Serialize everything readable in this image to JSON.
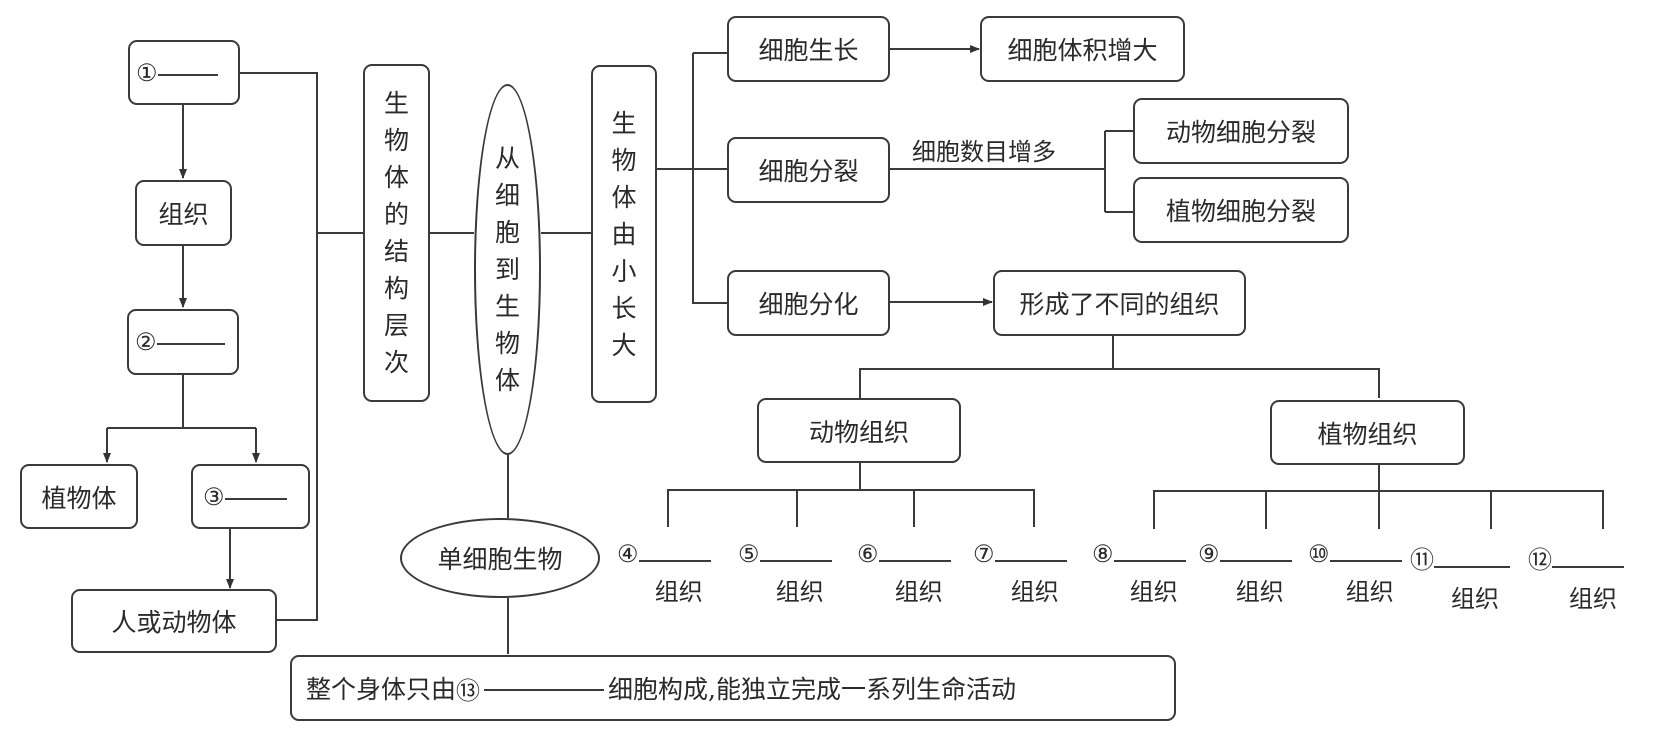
{
  "left_branch": {
    "blank1": {
      "number": "①",
      "blank": ""
    },
    "tissue": "组织",
    "blank2": {
      "number": "②",
      "blank": ""
    },
    "plant_body": "植物体",
    "blank3": {
      "number": "③",
      "blank": ""
    },
    "animal_body": "人或动物体"
  },
  "structure_levels": "生物体的结构层次",
  "center": "从细胞到生物体",
  "growth": "生物体由小长大",
  "cell_growth": {
    "label": "细胞生长",
    "result": "细胞体积增大"
  },
  "cell_division": {
    "label": "细胞分裂",
    "edge_label": "细胞数目增多",
    "animal": "动物细胞分裂",
    "plant": "植物细胞分裂"
  },
  "cell_differentiation": {
    "label": "细胞分化",
    "result": "形成了不同的组织"
  },
  "animal_tissue": {
    "label": "动物组织",
    "items": [
      {
        "number": "④",
        "suffix": "组织"
      },
      {
        "number": "⑤",
        "suffix": "组织"
      },
      {
        "number": "⑥",
        "suffix": "组织"
      },
      {
        "number": "⑦",
        "suffix": "组织"
      }
    ]
  },
  "plant_tissue": {
    "label": "植物组织",
    "items": [
      {
        "number": "⑧",
        "suffix": "组织"
      },
      {
        "number": "⑨",
        "suffix": "组织"
      },
      {
        "number": "⑩",
        "suffix": "组织"
      },
      {
        "number": "⑪",
        "suffix": "组织"
      },
      {
        "number": "⑫",
        "suffix": "组织"
      }
    ]
  },
  "unicellular": {
    "label": "单细胞生物",
    "desc_prefix": "整个身体只由",
    "desc_number": "⑬",
    "desc_suffix": "细胞构成,能独立完成一系列生命活动"
  }
}
